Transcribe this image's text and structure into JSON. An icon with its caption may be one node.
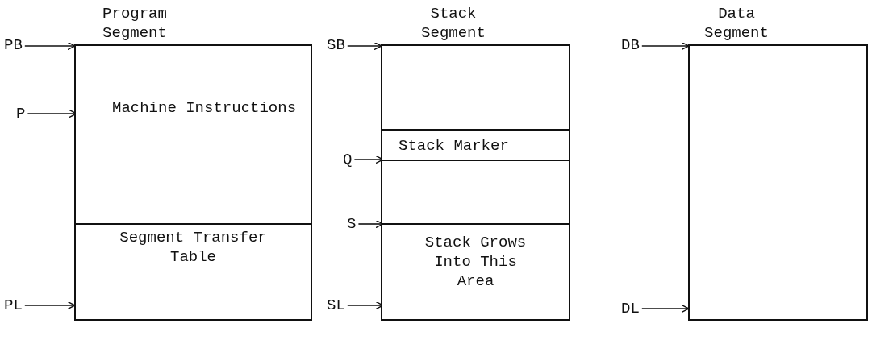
{
  "diagram": {
    "nodes": [
      {
        "text": [
          "Program Segment"
        ]
      },
      {
        "text": [
          "Machine Instructions"
        ],
        "in": 0
      },
      {
        "text": [
          "Segment Transfer Table"
        ],
        "in": 0
      },
      {
        "text": [
          "PB"
        ]
      },
      {
        "text": [
          "P"
        ]
      },
      {
        "text": [
          "PL"
        ]
      },
      {
        "text": [
          "Stack Segment"
        ]
      },
      {
        "text": [
          "Stack Marker"
        ],
        "in": 6
      },
      {
        "text": [
          "Stack Grows Into This Area"
        ],
        "in": 6
      },
      {
        "text": [
          "SB"
        ]
      },
      {
        "text": [
          "Q"
        ]
      },
      {
        "text": [
          "S"
        ]
      },
      {
        "text": [
          "SL"
        ]
      },
      {
        "text": [
          "Data Segment"
        ]
      },
      {
        "text": [
          "DB"
        ]
      },
      {
        "text": [
          "DL"
        ]
      }
    ],
    "edges": [
      {
        "from": 3,
        "to": 0,
        "arrow": "to"
      },
      {
        "from": 4,
        "to": 1,
        "arrow": "to"
      },
      {
        "from": 5,
        "to": 0,
        "arrow": "to"
      },
      {
        "from": 9,
        "to": 6,
        "arrow": "to"
      },
      {
        "from": 10,
        "to": 7,
        "arrow": "to"
      },
      {
        "from": 11,
        "to": 8,
        "arrow": "to"
      },
      {
        "from": 12,
        "to": 8,
        "arrow": "to"
      },
      {
        "from": 14,
        "to": 13,
        "arrow": "to"
      },
      {
        "from": 15,
        "to": 13,
        "arrow": "to"
      }
    ]
  }
}
